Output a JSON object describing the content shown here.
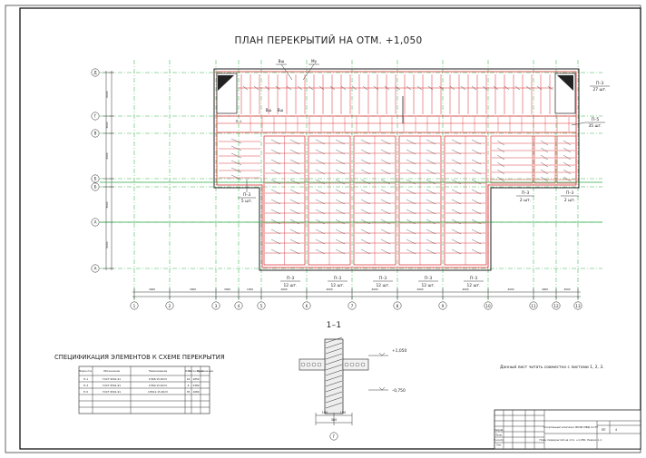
{
  "drawing": {
    "title": "ПЛАН ПЕРЕКРЫТИЙ НА ОТМ. +1,050",
    "section_label": "1–1",
    "spec_title": "СПЕЦИФИКАЦИЯ ЭЛЕМЕНТОВ К СХЕМЕ ПЕРЕКРЫТИЯ",
    "note": "Данный лист читать совместно с листами 1, 2, 3.",
    "axes_vertical": [
      "1",
      "2",
      "3",
      "4",
      "5",
      "6",
      "7",
      "8",
      "9",
      "10",
      "11",
      "12",
      "13"
    ],
    "axes_horizontal": [
      "Д",
      "Г",
      "В",
      "Б",
      "Б",
      "А",
      "А"
    ],
    "dim_labels": [
      "4000",
      "3000",
      "3000",
      "1000",
      "4000",
      "4000",
      "4000",
      "4000",
      "4000",
      "4000",
      "4000",
      "3000",
      "1000"
    ],
    "side_dims": [
      "6000",
      "3000",
      "3000",
      "3000",
      "6000",
      "6000"
    ],
    "plan_labels": {
      "vsh": "Вш",
      "mu": "Му",
      "vsh2a": "Вш",
      "vsh2b": "Вш",
      "p1": "П–1",
      "p3_top_label": "П–3",
      "p3_top_count": "27 шт.",
      "p5_label": "П–5",
      "p5_count": "35 шт.",
      "p3_left_label": "П–3",
      "p3_left_count": "5 шт.",
      "p3_right1_label": "П–3",
      "p3_right1_count": "2 шт.",
      "p3_right2_label": "П–3",
      "p3_right2_count": "2 шт."
    },
    "bottom_callouts": [
      {
        "label": "П–3",
        "count": "12 шт."
      },
      {
        "label": "П–3",
        "count": "12 шт."
      },
      {
        "label": "П–3",
        "count": "12 шт."
      },
      {
        "label": "П–3",
        "count": "12 шт."
      },
      {
        "label": "П–3",
        "count": "12 шт."
      }
    ],
    "section": {
      "elev_top": "+1,050",
      "elev_bottom": "–0,750",
      "dim_a": "190",
      "dim_b": "190",
      "dim_total": "380",
      "axis": "Г"
    },
    "spec_table": {
      "headers": [
        "Марка поз.",
        "Обозначение",
        "Наименование",
        "Кол.",
        "Масса ед. кг",
        "Примеча-ние"
      ],
      "rows": [
        [
          "П–1",
          "ГОСТ 9561-91",
          "1ПК8.15-8АтV",
          "16",
          "1850",
          ""
        ],
        [
          "П–3",
          "ГОСТ 9561-91",
          "1ПК9.15-8АтV",
          "6",
          "2380",
          ""
        ],
        [
          "П–5",
          "ГОСТ 9561-91",
          "1ПК12.15-8АтV",
          "35",
          "1680",
          ""
        ]
      ]
    },
    "stamp": {
      "project": "Спортивный комплекс ВКЗИ МВД по РТ",
      "sheet_title": "План перекрытий на отм. +1,050. Разрез 1–1",
      "stage": "ЛП",
      "sheet": "4",
      "roles": [
        "Разраб.",
        "Пров.",
        "Н.контр.",
        "Утв."
      ]
    },
    "colors": {
      "grid": "#36b34a",
      "slabs": "#d9262a",
      "lines": "#222222"
    }
  }
}
